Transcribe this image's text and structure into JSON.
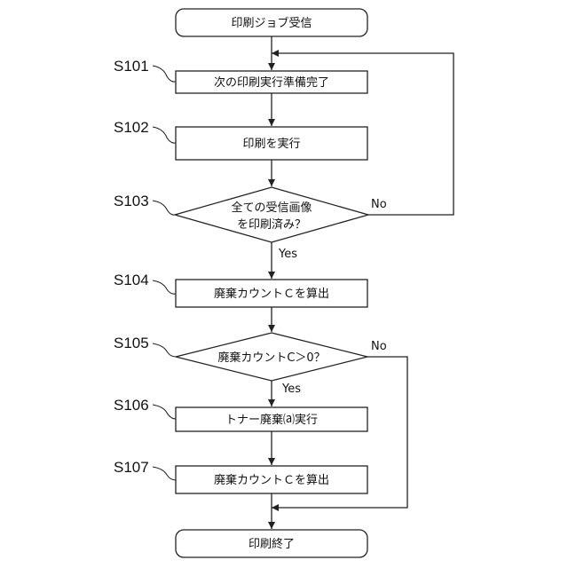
{
  "nodes": {
    "start": "印刷ジョブ受信",
    "s101": "次の印刷実行準備完了",
    "s102": "印刷を実行",
    "s103_line1": "全ての受信画像",
    "s103_line2": "を印刷済み？",
    "s104": "廃棄カウントＣを算出",
    "s105": "廃棄カウントC＞0？",
    "s106": "トナー廃棄⒜実行",
    "s107": "廃棄カウントＣを算出",
    "end": "印刷終了"
  },
  "step_labels": {
    "s101": "S101",
    "s102": "S102",
    "s103": "S103",
    "s104": "S104",
    "s105": "S105",
    "s106": "S106",
    "s107": "S107"
  },
  "edge_labels": {
    "s103_no": "No",
    "s103_yes": "Yes",
    "s105_no": "No",
    "s105_yes": "Yes"
  }
}
